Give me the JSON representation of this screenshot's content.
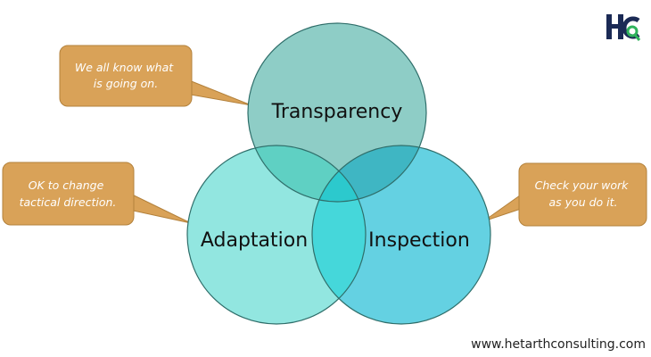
{
  "circles": {
    "transparency": {
      "label": "Transparency",
      "color": "#8ecdc6"
    },
    "adaptation": {
      "label": "Adaptation",
      "color": "#92e6e0"
    },
    "inspection": {
      "label": "Inspection",
      "color": "#64d1e2"
    }
  },
  "callouts": {
    "top": {
      "lines": [
        "We all know what",
        "is going on."
      ]
    },
    "left": {
      "lines": [
        "OK to change",
        "tactical direction."
      ]
    },
    "right": {
      "lines": [
        "Check your work",
        "as you do it."
      ]
    }
  },
  "colors": {
    "callout_fill": "#d9a258",
    "callout_stroke": "#b3813b",
    "circle_stroke": "#2f6e6a",
    "logo_navy": "#1b2a55",
    "logo_green": "#2fb35c"
  },
  "logo": {
    "icon": "hc-logo-icon"
  },
  "footer": {
    "url": "www.hetarthconsulting.com"
  }
}
